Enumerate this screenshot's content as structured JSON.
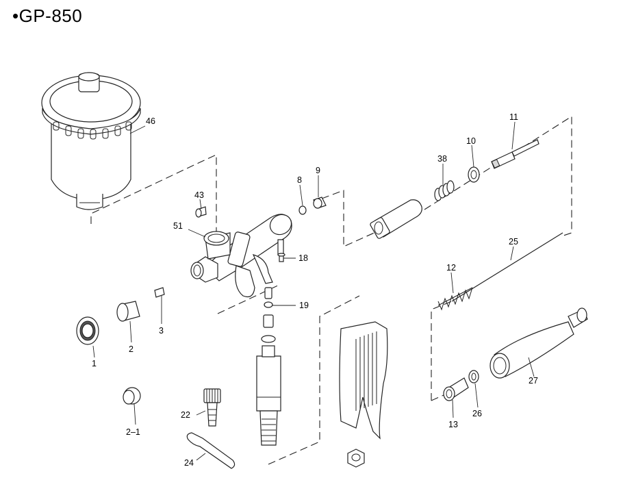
{
  "title": "•GP-850",
  "labels": {
    "p46": "46",
    "p43": "43",
    "p51": "51",
    "p8": "8",
    "p9": "9",
    "p38": "38",
    "p10": "10",
    "p11": "11",
    "p25": "25",
    "p12": "12",
    "p18": "18",
    "p19": "19",
    "p1": "1",
    "p2": "2",
    "p3": "3",
    "p2_1": "2–1",
    "p22": "22",
    "p24": "24",
    "p13": "13",
    "p26": "26",
    "p27": "27"
  }
}
